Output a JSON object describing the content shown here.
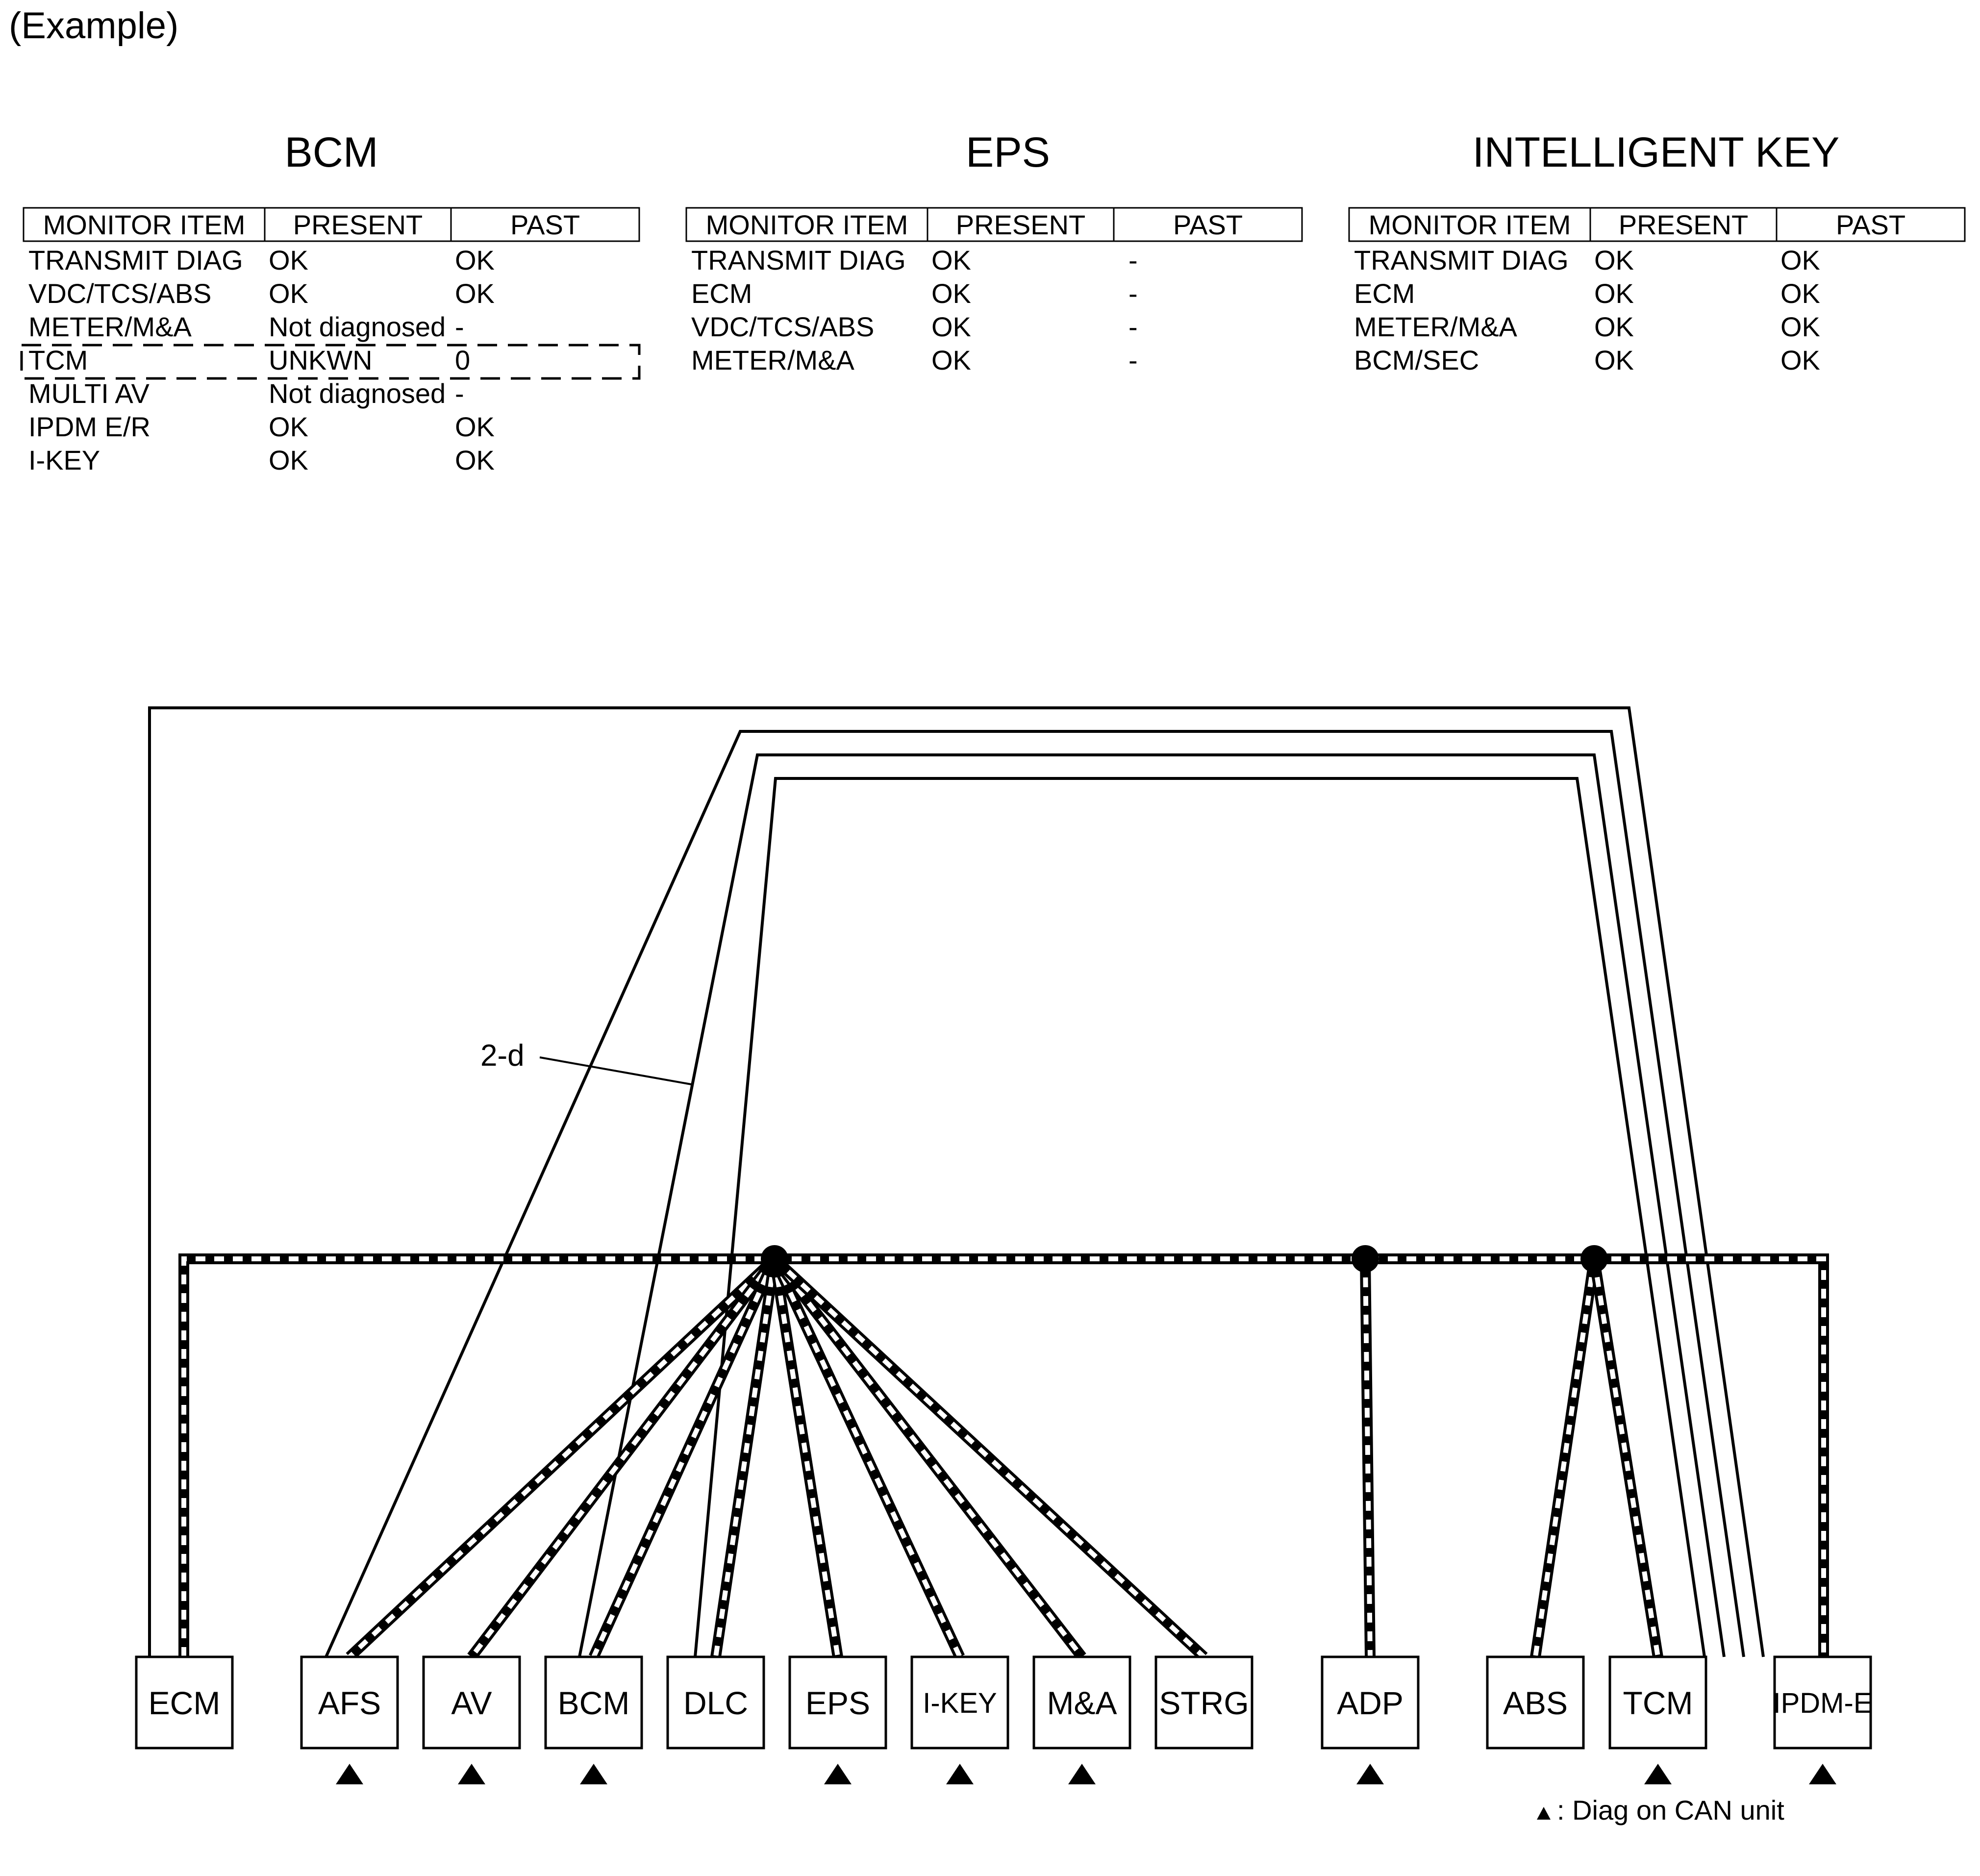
{
  "heading": "(Example)",
  "tables": [
    {
      "title": "BCM",
      "headers": [
        "MONITOR ITEM",
        "PRESENT",
        "PAST"
      ],
      "rows": [
        [
          "TRANSMIT DIAG",
          "OK",
          "OK"
        ],
        [
          "VDC/TCS/ABS",
          "OK",
          "OK"
        ],
        [
          "METER/M&A",
          "Not diagnosed",
          "-"
        ],
        [
          "TCM",
          "UNKWN",
          "0"
        ],
        [
          "MULTI AV",
          "Not diagnosed",
          "-"
        ],
        [
          "IPDM E/R",
          "OK",
          "OK"
        ],
        [
          "I-KEY",
          "OK",
          "OK"
        ]
      ],
      "highlight_row": "TCM"
    },
    {
      "title": "EPS",
      "headers": [
        "MONITOR ITEM",
        "PRESENT",
        "PAST"
      ],
      "rows": [
        [
          "TRANSMIT DIAG",
          "OK",
          "-"
        ],
        [
          "ECM",
          "OK",
          "-"
        ],
        [
          "VDC/TCS/ABS",
          "OK",
          "-"
        ],
        [
          "METER/M&A",
          "OK",
          "-"
        ]
      ]
    },
    {
      "title": "INTELLIGENT KEY",
      "headers": [
        "MONITOR ITEM",
        "PRESENT",
        "PAST"
      ],
      "rows": [
        [
          "TRANSMIT DIAG",
          "OK",
          "OK"
        ],
        [
          "ECM",
          "OK",
          "OK"
        ],
        [
          "METER/M&A",
          "OK",
          "OK"
        ],
        [
          "BCM/SEC",
          "OK",
          "OK"
        ]
      ]
    }
  ],
  "units": [
    {
      "label": "ECM",
      "diag_on_can": false
    },
    {
      "label": "AFS",
      "diag_on_can": true
    },
    {
      "label": "AV",
      "diag_on_can": true
    },
    {
      "label": "BCM",
      "diag_on_can": true
    },
    {
      "label": "DLC",
      "diag_on_can": false
    },
    {
      "label": "EPS",
      "diag_on_can": true
    },
    {
      "label": "I-KEY",
      "diag_on_can": true
    },
    {
      "label": "M&A",
      "diag_on_can": true
    },
    {
      "label": "STRG",
      "diag_on_can": false
    },
    {
      "label": "ADP",
      "diag_on_can": true
    },
    {
      "label": "ABS",
      "diag_on_can": false
    },
    {
      "label": "TCM",
      "diag_on_can": true
    },
    {
      "label": "IPDM-E",
      "diag_on_can": true
    }
  ],
  "callout": "2-d",
  "legend": ": Diag on CAN unit"
}
